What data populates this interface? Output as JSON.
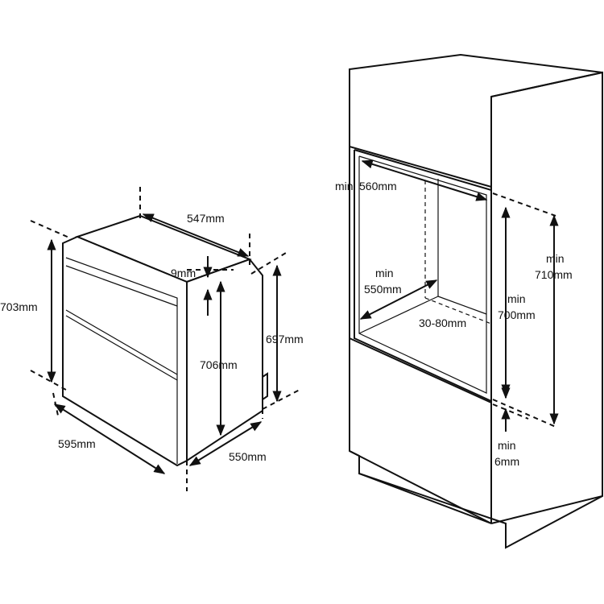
{
  "oven": {
    "depth_top": "547mm",
    "panel_gap": "9mm",
    "total_height": "703mm",
    "body_height": "706mm",
    "side_height": "697mm",
    "width": "595mm",
    "depth_bottom": "550mm"
  },
  "cabinet": {
    "min_width_line1": "min",
    "min_width_line2": "560mm",
    "min_depth_line1": "min",
    "min_depth_line2": "550mm",
    "vent_gap": "30-80mm",
    "min_height_line1": "min",
    "min_height_line2": "700mm",
    "max_height_line1": "min",
    "max_height_line2": "710mm",
    "bottom_gap_line1": "min",
    "bottom_gap_line2": "6mm"
  }
}
